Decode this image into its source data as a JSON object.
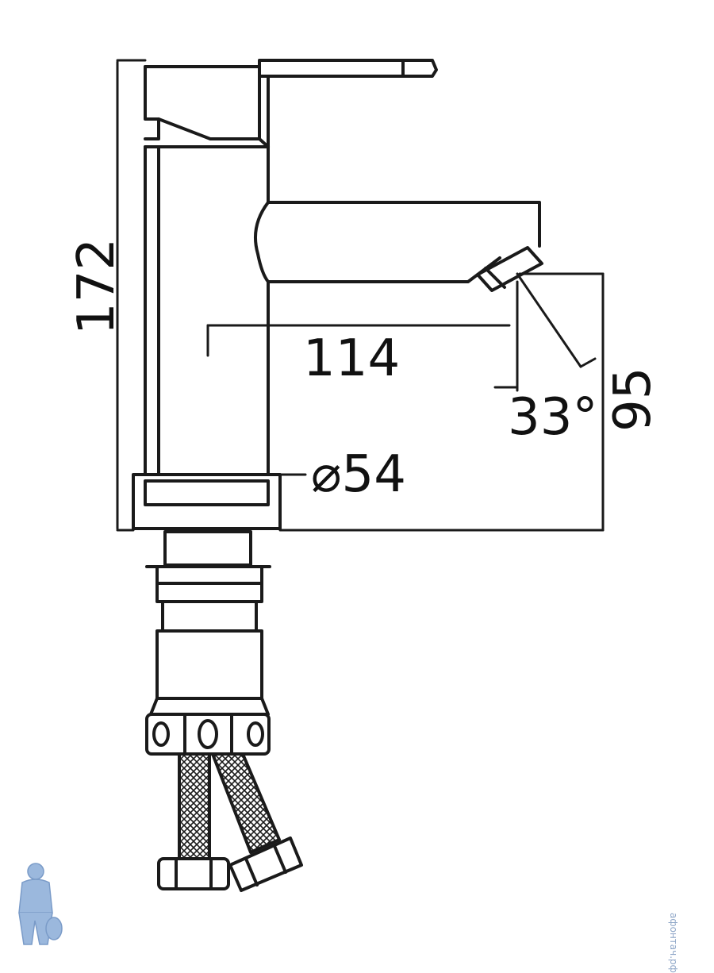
{
  "dimensions": {
    "height_total": "172",
    "spout_reach": "114",
    "spout_angle": "33°",
    "spout_height": "95",
    "base_diameter": "⌀54"
  },
  "watermark": {
    "text": "афонтач.рф"
  },
  "colors": {
    "line": "#1a1a1a",
    "background": "#ffffff",
    "watermark": "#8fa7c8"
  }
}
